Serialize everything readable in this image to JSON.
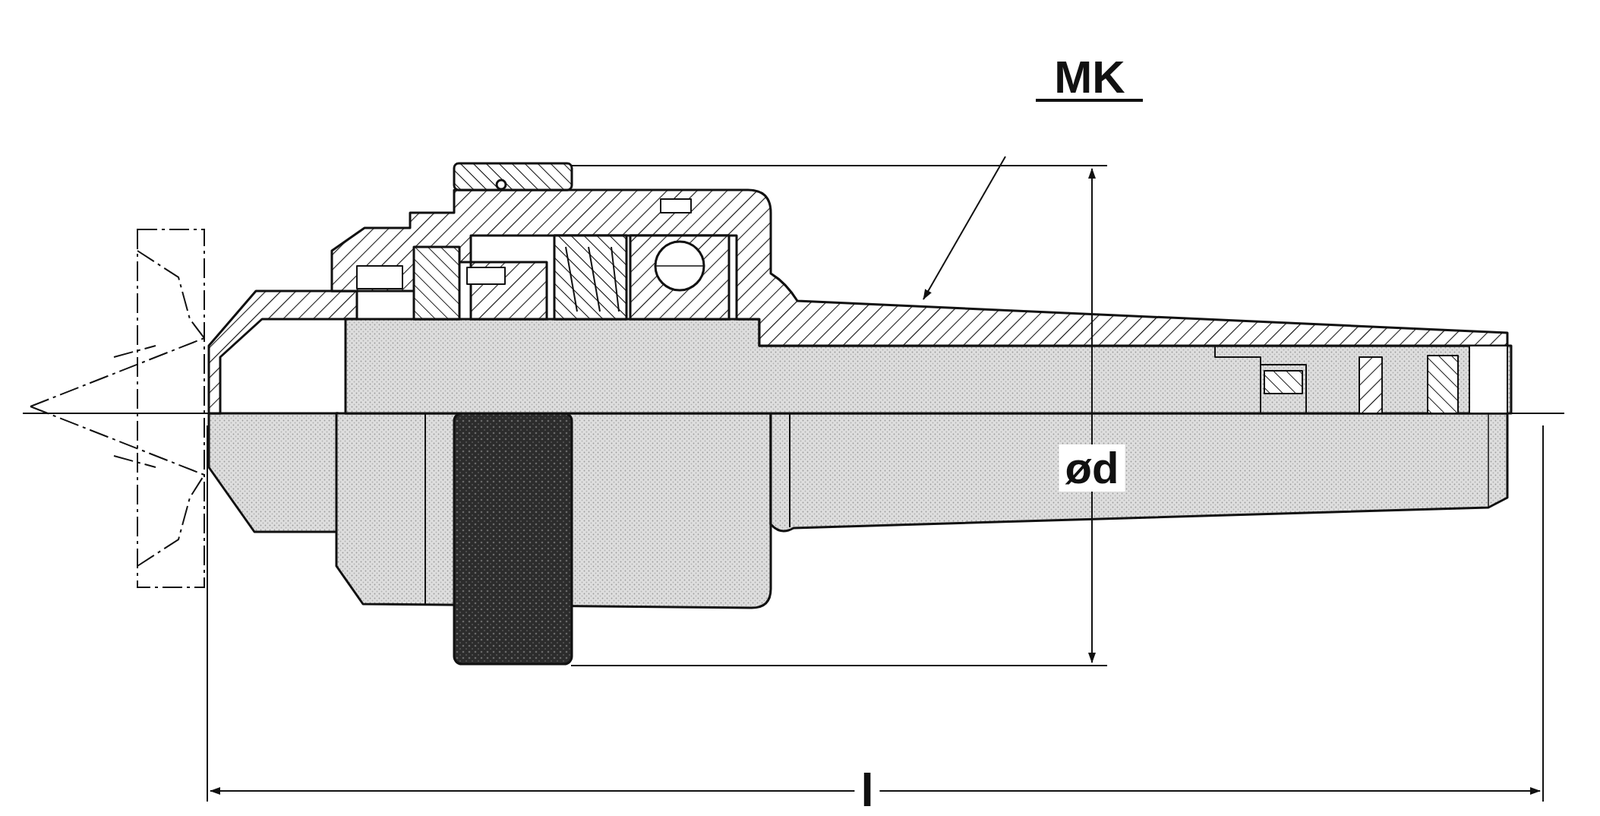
{
  "diagram": {
    "labels": [
      "MK",
      "ød",
      "l"
    ]
  }
}
